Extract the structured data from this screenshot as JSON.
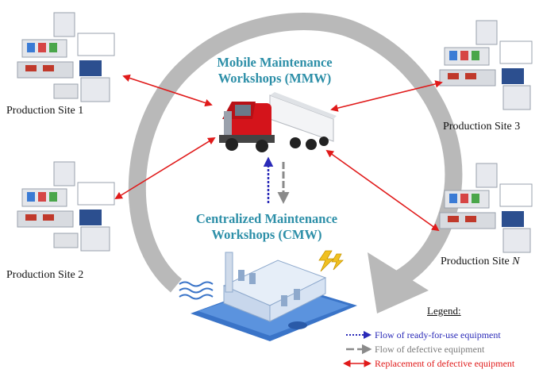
{
  "diagram": {
    "mmw_title_line1": "Mobile Maintenance",
    "mmw_title_line2": "Workshops (MMW)",
    "cmw_title_line1": "Centralized Maintenance",
    "cmw_title_line2": "Workshops (CMW)",
    "sites": {
      "site1": "Production Site 1",
      "site2": "Production Site 2",
      "site3": "Production Site 3",
      "siteN_prefix": "Production Site ",
      "siteN_var": "N"
    },
    "legend": {
      "title": "Legend:",
      "ready": "Flow of ready-for-use equipment",
      "defective": "Flow of defective equipment",
      "replacement": "Replacement of defective equipment"
    }
  },
  "colors": {
    "title": "#2d8fa8",
    "ready_flow": "#2a2ab8",
    "defective_flow": "#8a8a8a",
    "replacement": "#e01a1a",
    "cycle_arrow": "#b9b9b9"
  }
}
